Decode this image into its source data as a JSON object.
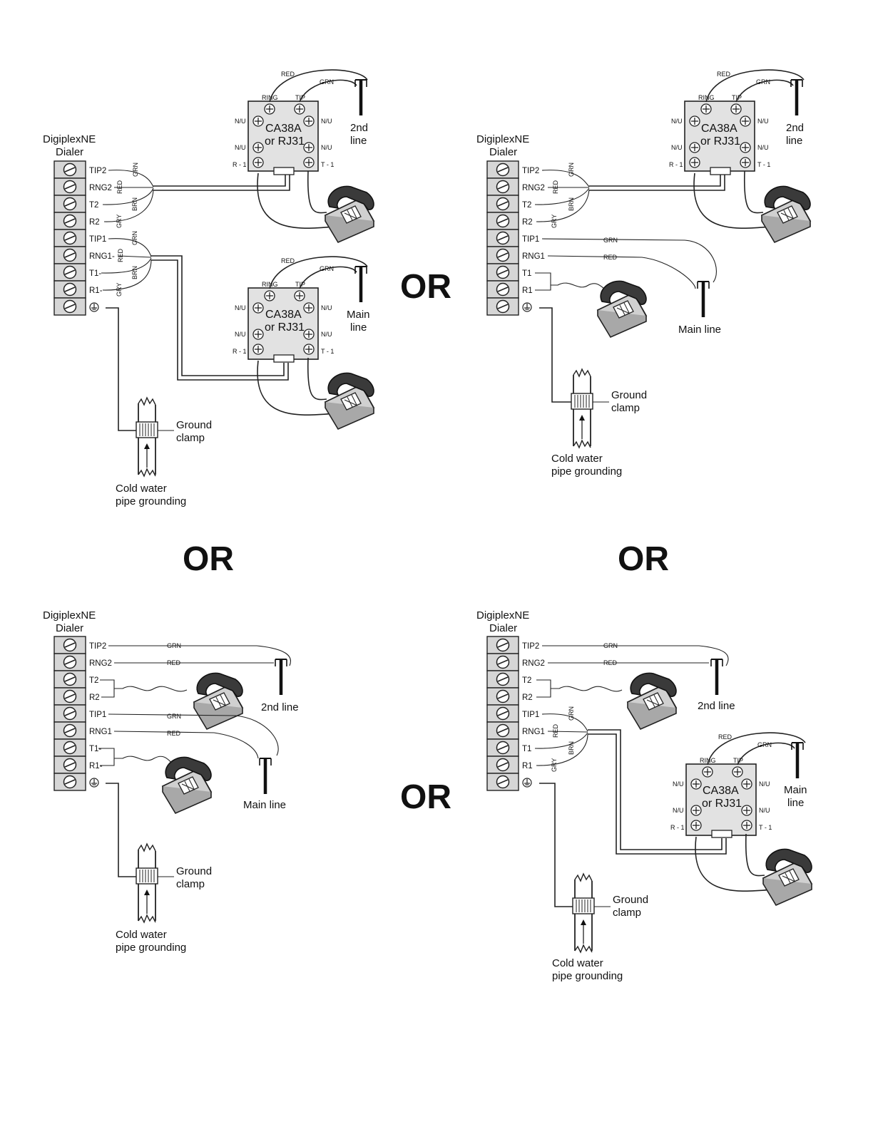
{
  "dialer": {
    "name": "DigiplexNE",
    "sub": "Dialer"
  },
  "terminals": [
    "TIP2",
    "RNG2",
    "T2",
    "R2",
    "TIP1",
    "RNG1-",
    "T1-",
    "R1-"
  ],
  "terminals_plain": [
    "TIP2",
    "RNG2",
    "T2",
    "R2",
    "TIP1",
    "RNG1",
    "T1",
    "R1"
  ],
  "wire_colors": {
    "grn": "GRN",
    "red": "RED",
    "brn": "BRN",
    "gry": "GRY"
  },
  "jack": {
    "name1": "CA38A",
    "name2": "or RJ31",
    "ring": "RING",
    "tip": "TIP",
    "nu": "N/U",
    "r1": "R - 1",
    "t1": "T - 1"
  },
  "lines": {
    "second_a": "2nd",
    "second_b": "line",
    "second_full": "2nd line",
    "main_a": "Main",
    "main_b": "line",
    "main_full": "Main line"
  },
  "ground": {
    "clamp_a": "Ground",
    "clamp_b": "clamp",
    "pipe_a": "Cold water",
    "pipe_b": "pipe grounding"
  },
  "separator": "OR"
}
